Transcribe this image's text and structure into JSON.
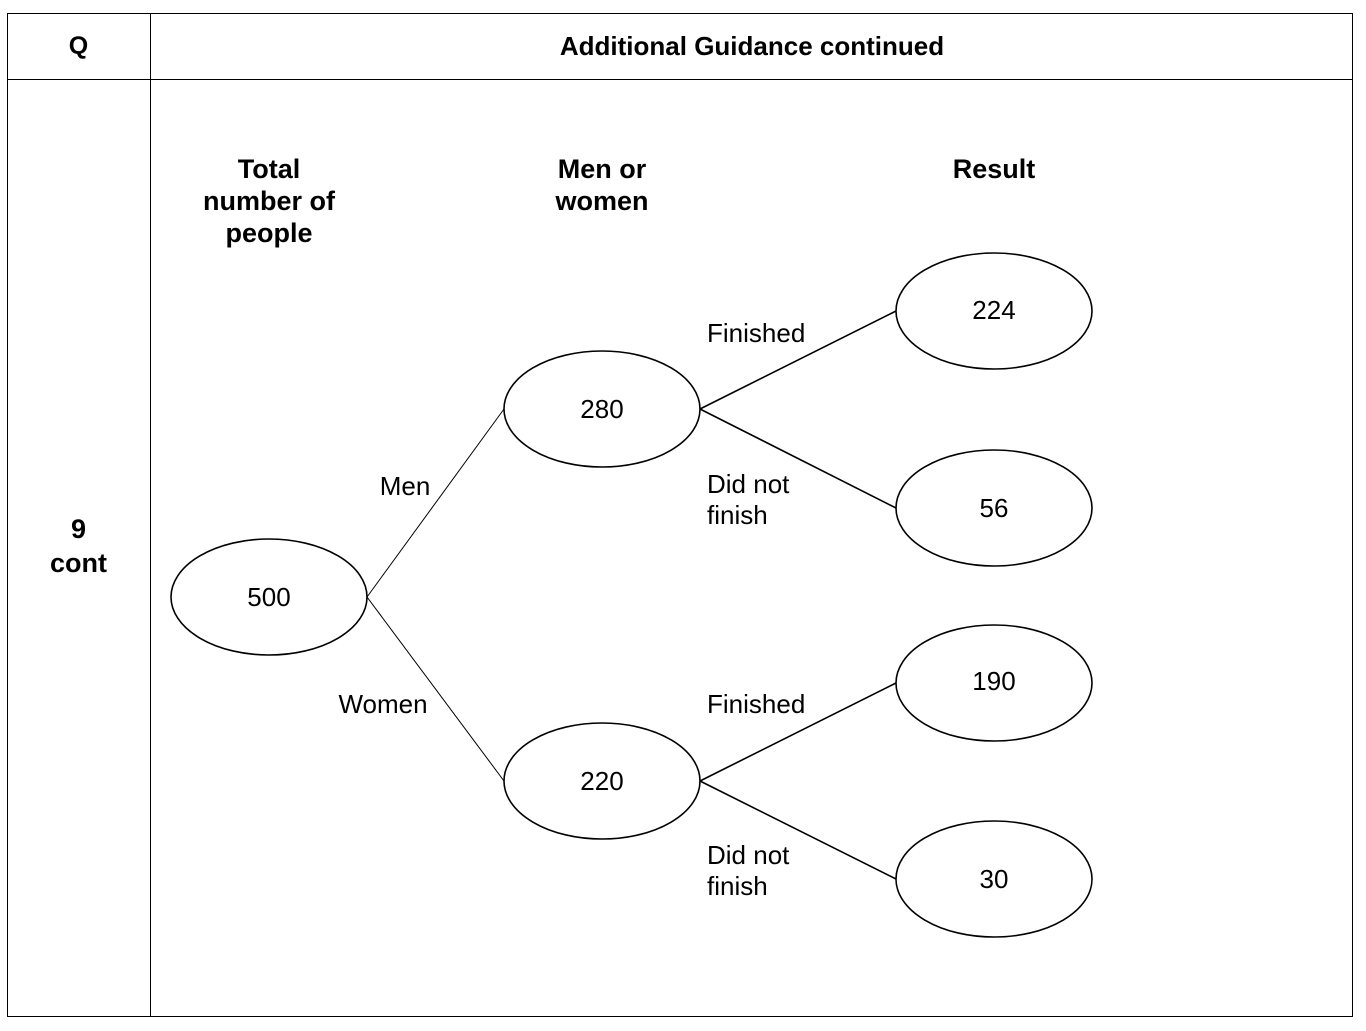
{
  "header": {
    "q_label": "Q",
    "title": "Additional Guidance continued"
  },
  "question": {
    "number": "9",
    "suffix": "cont"
  },
  "diagram": {
    "columns": {
      "total": [
        "Total",
        "number of",
        "people"
      ],
      "gender": [
        "Men or",
        "women"
      ],
      "result": [
        "Result"
      ]
    },
    "root": {
      "value": "500"
    },
    "men": {
      "branch_label": "Men",
      "value": "280",
      "finished": {
        "branch_label": "Finished",
        "value": "224"
      },
      "did_not_finish": {
        "branch_label": [
          "Did not",
          "finish"
        ],
        "value": "56"
      }
    },
    "women": {
      "branch_label": "Women",
      "value": "220",
      "finished": {
        "branch_label": "Finished",
        "value": "190"
      },
      "did_not_finish": {
        "branch_label": [
          "Did not",
          "finish"
        ],
        "value": "30"
      }
    }
  }
}
